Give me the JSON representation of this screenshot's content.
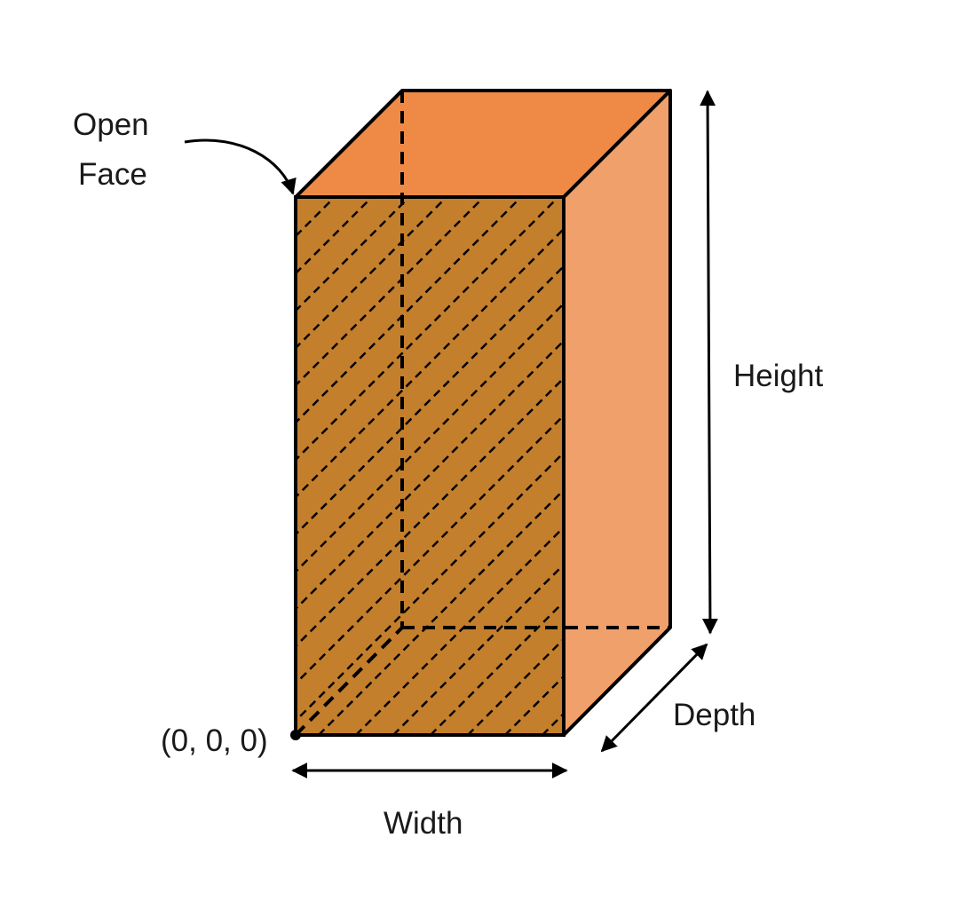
{
  "labels": {
    "open_face_line1": "Open",
    "open_face_line2": "Face",
    "height": "Height",
    "depth": "Depth",
    "width": "Width",
    "origin": "(0, 0, 0)"
  },
  "colors": {
    "top_face": "#ef8a46",
    "side_face": "#f0a06a",
    "front_face": "#c47f2c",
    "outline": "#000000"
  }
}
